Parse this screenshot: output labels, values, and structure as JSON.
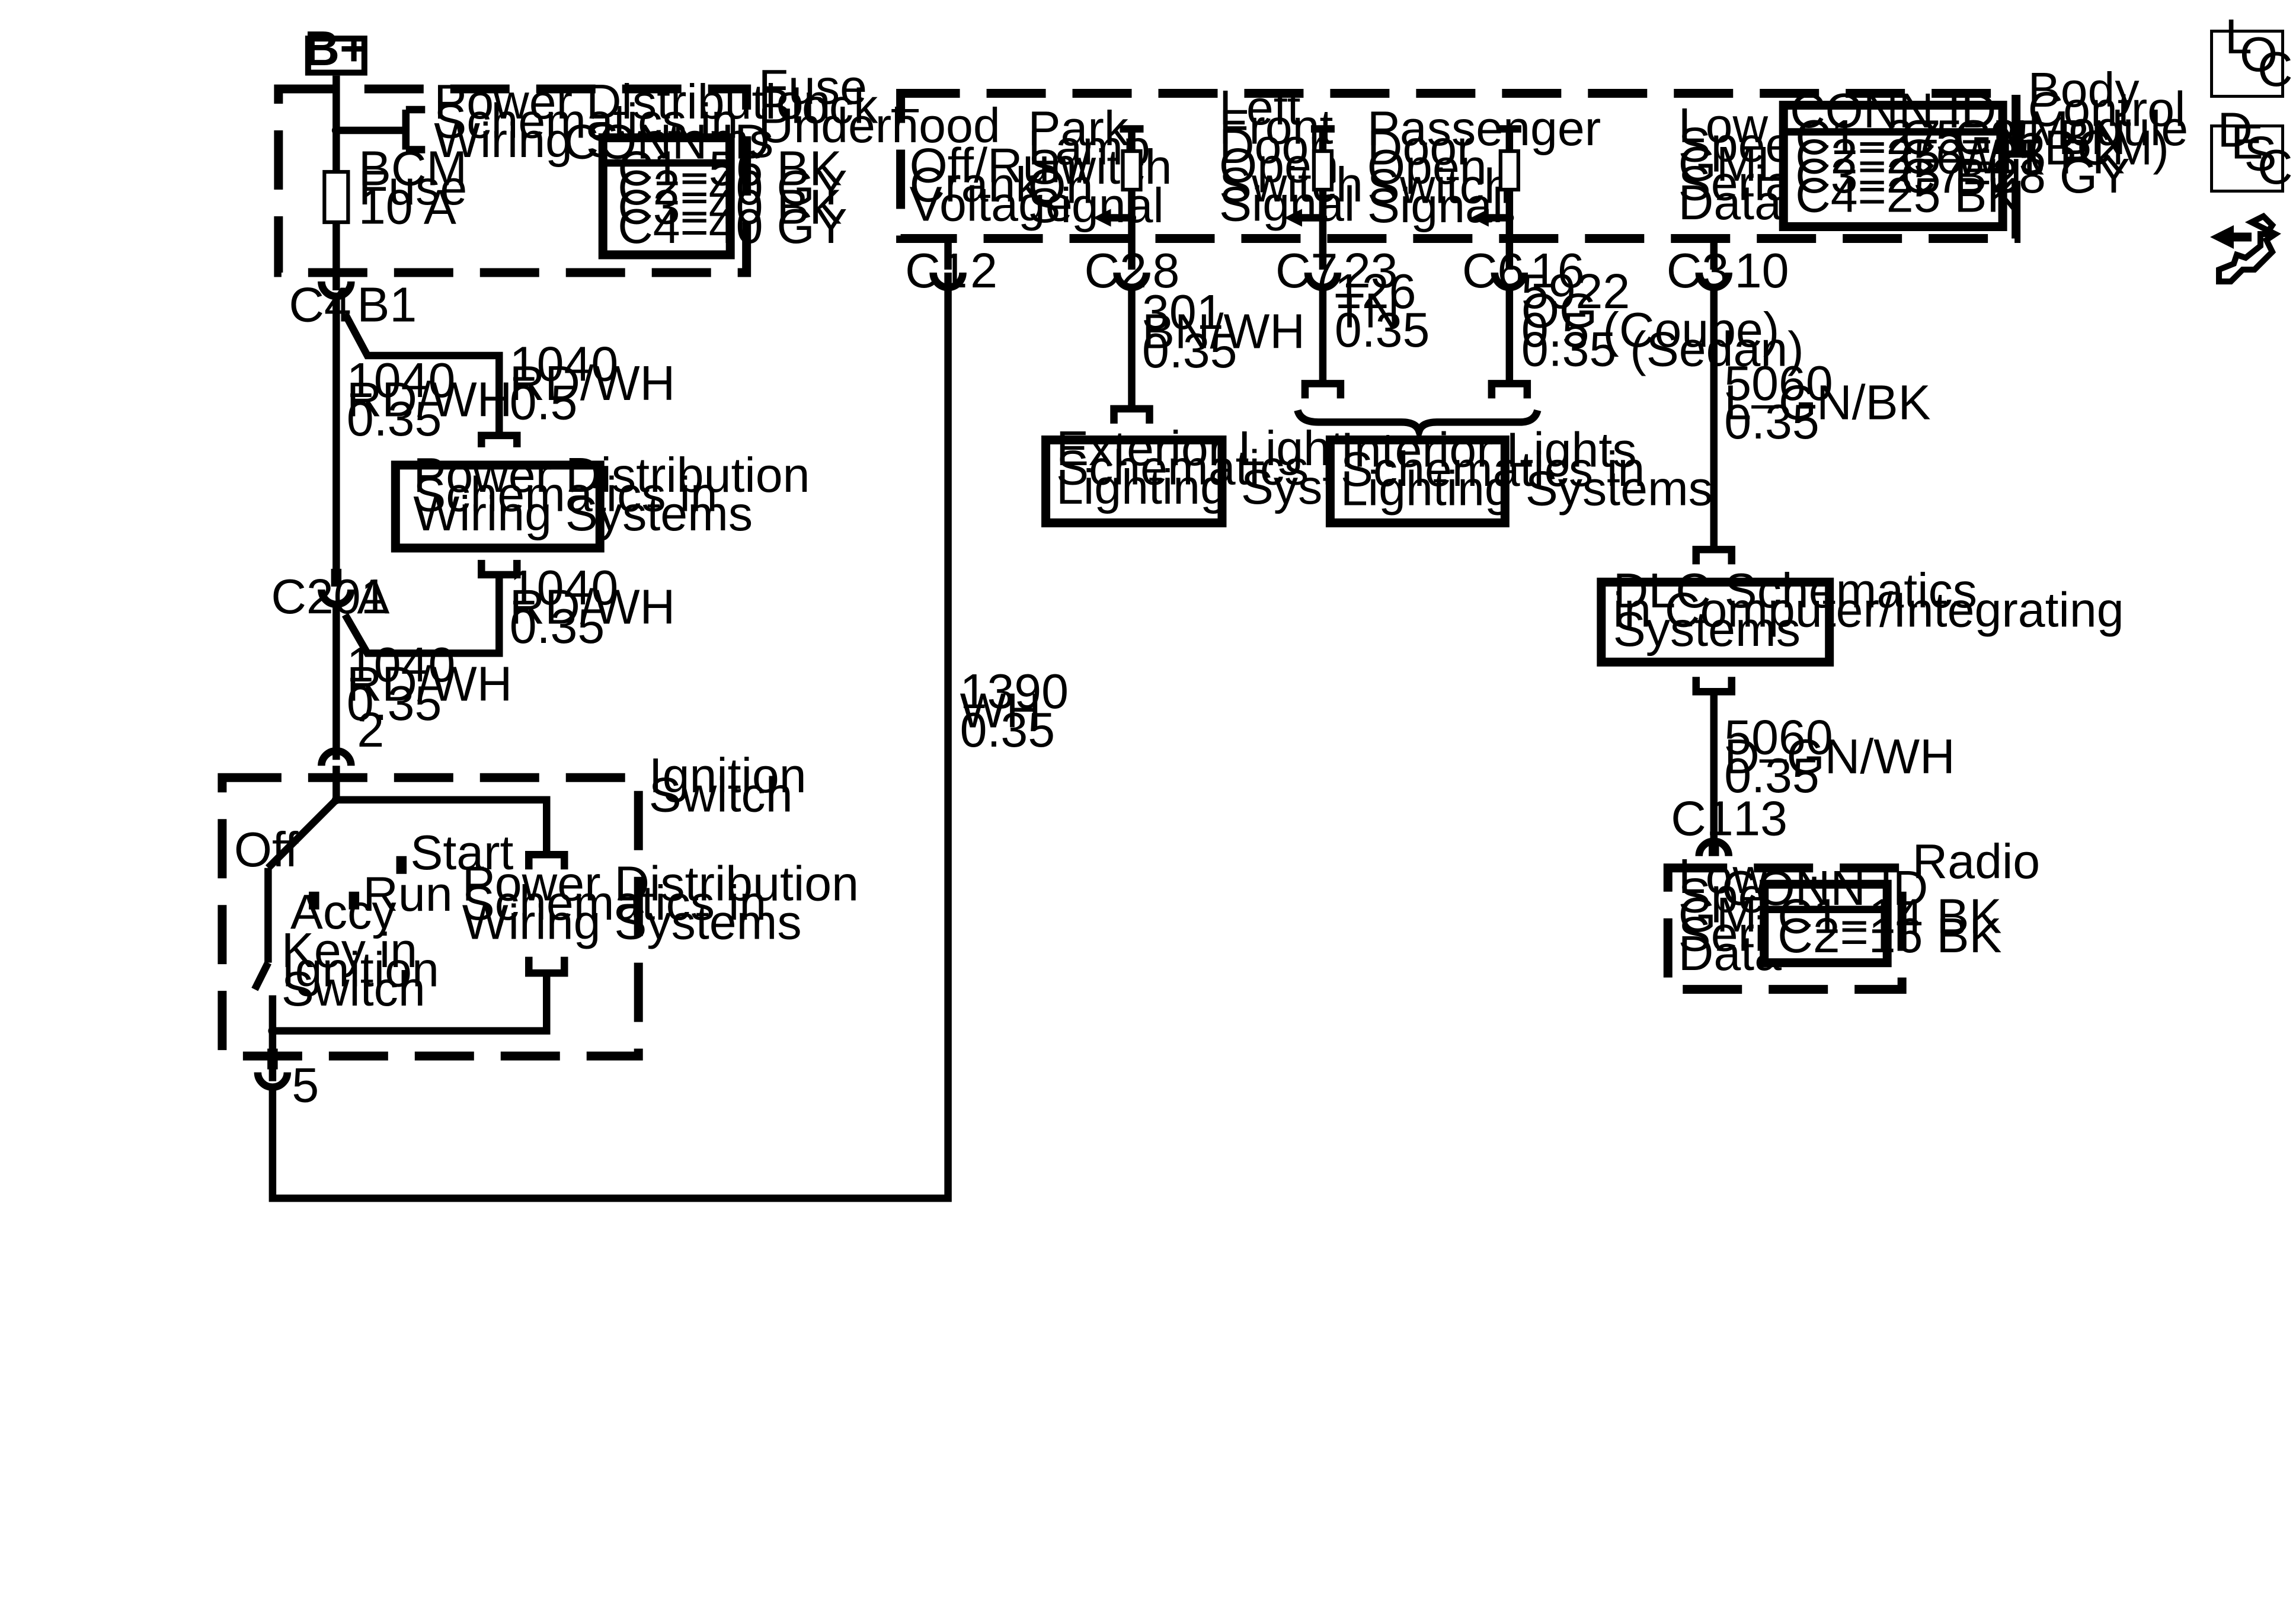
{
  "source": {
    "label": "B+"
  },
  "fuse_block": {
    "title": [
      "Fuse",
      "Block –",
      "Underhood"
    ],
    "pd_ref": [
      "Power Distribution",
      "Schematics in",
      "Wiring Systems"
    ],
    "fuse_label": [
      "BCM",
      "Fuse",
      "10 A"
    ],
    "conn_title": "CONN ID",
    "conn_lines": [
      "C1=56 BK",
      "C2=40 GY",
      "C3=40 BK",
      "C4=40 GY"
    ]
  },
  "splice_top": {
    "conn": "C4",
    "pin": "B1"
  },
  "wire_a": [
    "1040",
    "RD/WH",
    "0.35"
  ],
  "wire_b": [
    "1040",
    "RD/WH",
    "0.5"
  ],
  "pd_box_mid": [
    "Power Distribution",
    "Schematics in",
    "Wiring Systems"
  ],
  "wire_c": [
    "1040",
    "RD/WH",
    "0.35"
  ],
  "splice_mid": {
    "conn": "C201",
    "pin": "A"
  },
  "wire_d": [
    "1040",
    "RD/WH",
    "0.35"
  ],
  "ign_pin_top": "2",
  "ignition_switch": {
    "title": [
      "Ignition",
      "Switch"
    ],
    "pos_off": "Off",
    "pos_start": "Start",
    "pos_accy": "Accy",
    "pos_run": "Run",
    "key_label": [
      "Key in",
      "Ignition",
      "Switch"
    ],
    "pd_ref": [
      "Power Distribution",
      "Schematics in",
      "Wiring Systems"
    ],
    "pin_bottom": "5"
  },
  "wire_crank": [
    "1390",
    "WH",
    "0.35"
  ],
  "bcm": {
    "title": [
      "Body",
      "Control",
      "Module",
      "(BCM)"
    ],
    "crank_label": [
      "Off/Run/",
      "Crank",
      "Voltage"
    ],
    "park_label": [
      "Park",
      "Lamp",
      "Switch",
      "On",
      "Signal"
    ],
    "lf_label": [
      "Left",
      "Front",
      "Door",
      "Open",
      "Switch",
      "Signal"
    ],
    "pass_label": [
      "Passenger",
      "Door",
      "Open",
      "Switch",
      "Signal"
    ],
    "gmlan_label": [
      "Low",
      "Speed",
      "GMLAN",
      "Serial",
      "Data"
    ],
    "conn_title": "CONN ID",
    "conn_left": [
      "C1=27 GN",
      "C2=25 WH",
      "C3=25 BU",
      "C4=25 BK"
    ],
    "conn_right": [
      "C5–25 BN",
      "C6=25 PK",
      "C7=28 GY"
    ],
    "pins": [
      {
        "conn": "C1",
        "pin": "2"
      },
      {
        "conn": "C2",
        "pin": "8"
      },
      {
        "conn": "C7",
        "pin": "23"
      },
      {
        "conn": "C6",
        "pin": "16"
      },
      {
        "conn": "C3",
        "pin": "10"
      }
    ]
  },
  "wire_park": [
    "301",
    "BN/WH",
    "0.35"
  ],
  "wire_lf": [
    "126",
    "TN",
    "0.35"
  ],
  "wire_pass": [
    "5922",
    "OG",
    "0.5 (Coupe)",
    "0.35 (Sedan)"
  ],
  "wire_gmlan1": [
    "5060",
    "L–GN/BK",
    "0.35"
  ],
  "wire_gmlan2": [
    "5060",
    "D–GN/WH",
    "0.35"
  ],
  "ext_lights": [
    "Exterior Lights",
    "Schematics in",
    "Lighting Systems"
  ],
  "int_lights": [
    "Interior Lights",
    "Schematics in",
    "Lighting Systems"
  ],
  "dlc_box": [
    "DLC Schematics",
    "in Computer/Integrating",
    "Systems"
  ],
  "radio": {
    "title": "Radio",
    "pin_conn": "C1",
    "pin_num": "13",
    "label": [
      "Low",
      "Speed",
      "GMLAN",
      "Serial",
      "Data"
    ],
    "conn_title": "CONN ID",
    "conn_lines": [
      "C1=14 BK",
      "C2=16 BK"
    ]
  },
  "icons": {
    "loc": [
      "L",
      "O",
      "C"
    ],
    "desc": [
      "D",
      "E",
      "S",
      "C"
    ]
  }
}
